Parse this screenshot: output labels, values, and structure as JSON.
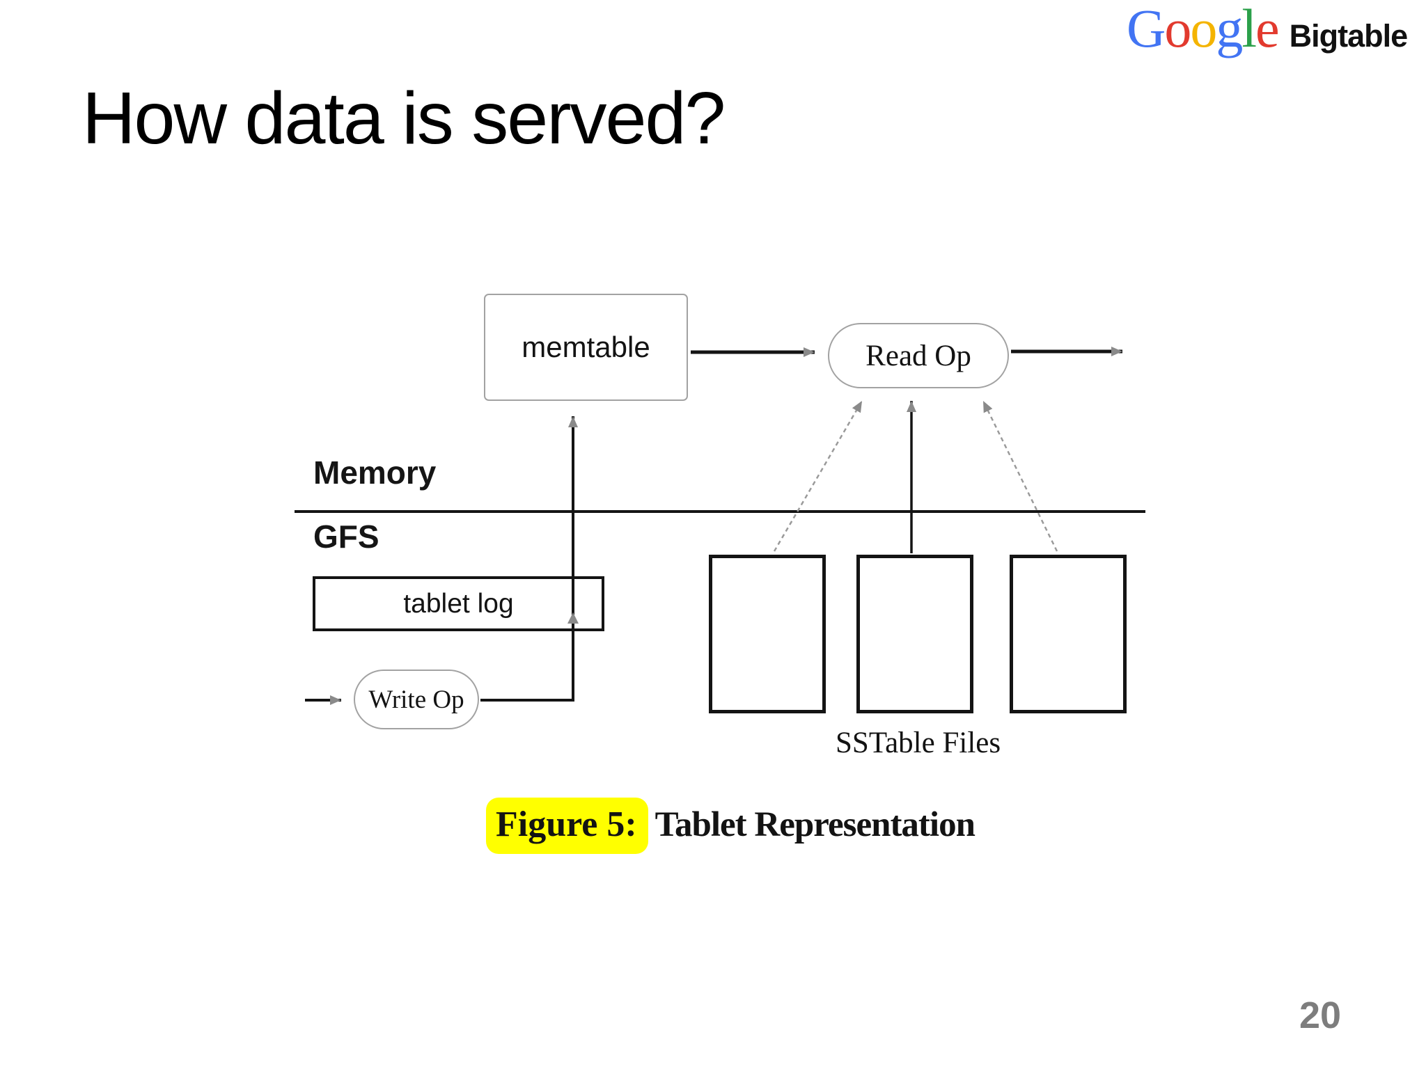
{
  "slide": {
    "title": "How data is served?",
    "page_number": "20"
  },
  "logo": {
    "letters": [
      {
        "ch": "G",
        "color": "#4274f3"
      },
      {
        "ch": "o",
        "color": "#e23a2e"
      },
      {
        "ch": "o",
        "color": "#f4b400"
      },
      {
        "ch": "g",
        "color": "#4274f3"
      },
      {
        "ch": "l",
        "color": "#2ba04a"
      },
      {
        "ch": "e",
        "color": "#e23a2e"
      }
    ],
    "product": "Bigtable"
  },
  "figure": {
    "memtable_label": "memtable",
    "read_op_label": "Read Op",
    "write_op_label": "Write Op",
    "memory_label": "Memory",
    "gfs_label": "GFS",
    "tablet_log_label": "tablet log",
    "sstable_files_label": "SSTable Files",
    "caption_highlight": "Figure 5:",
    "caption_text": "Tablet Representation",
    "highlight_color": "#ffff00",
    "line_color": "#141414",
    "arrowhead_color": "#8a8a8a",
    "box_border_gray": "#a2a2a2"
  }
}
